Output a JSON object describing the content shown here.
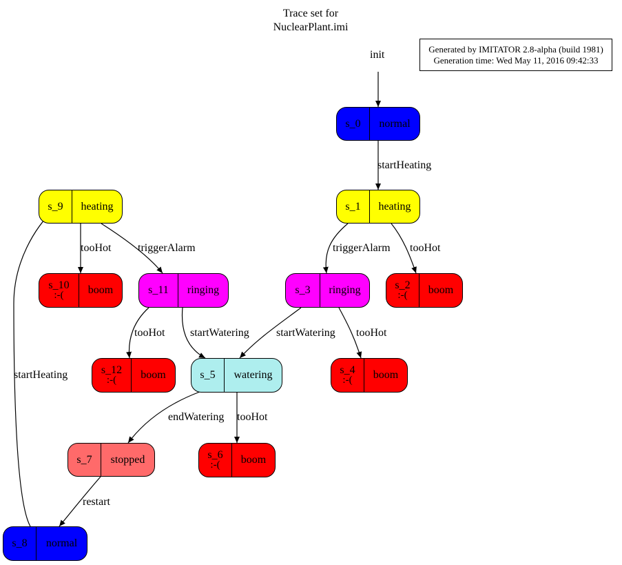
{
  "title": {
    "line1": "Trace set for",
    "line2": "NuclearPlant.imi"
  },
  "info": {
    "generated_by": "Generated by IMITATOR 2.8-alpha (build 1981)",
    "generation_time": "Generation time: Wed May 11, 2016 09:42:33"
  },
  "colors": {
    "normal": "#0000ff",
    "heating": "#ffff00",
    "ringing": "#ff00ff",
    "watering": "#aeeeee",
    "stopped": "#ff6a6a",
    "boom": "#ff0000"
  },
  "init_label": "init",
  "states": {
    "s0": {
      "id": "s_0",
      "location": "normal"
    },
    "s1": {
      "id": "s_1",
      "location": "heating"
    },
    "s2": {
      "id": "s_2",
      "extra": ":-(",
      "location": "boom"
    },
    "s3": {
      "id": "s_3",
      "location": "ringing"
    },
    "s4": {
      "id": "s_4",
      "extra": ":-(",
      "location": "boom"
    },
    "s5": {
      "id": "s_5",
      "location": "watering"
    },
    "s6": {
      "id": "s_6",
      "extra": ":-(",
      "location": "boom"
    },
    "s7": {
      "id": "s_7",
      "location": "stopped"
    },
    "s8": {
      "id": "s_8",
      "location": "normal"
    },
    "s9": {
      "id": "s_9",
      "location": "heating"
    },
    "s10": {
      "id": "s_10",
      "extra": ":-(",
      "location": "boom"
    },
    "s11": {
      "id": "s_11",
      "location": "ringing"
    },
    "s12": {
      "id": "s_12",
      "extra": ":-(",
      "location": "boom"
    }
  },
  "edges": {
    "e_s0_s1": "startHeating",
    "e_s1_s3": "triggerAlarm",
    "e_s1_s2": "tooHot",
    "e_s3_s5": "startWatering",
    "e_s3_s4": "tooHot",
    "e_s9_s10": "tooHot",
    "e_s9_s11": "triggerAlarm",
    "e_s11_s12": "tooHot",
    "e_s11_s5": "startWatering",
    "e_s5_s7": "endWatering",
    "e_s5_s6": "tooHot",
    "e_s7_s8": "restart",
    "e_s8_s9": "startHeating"
  }
}
